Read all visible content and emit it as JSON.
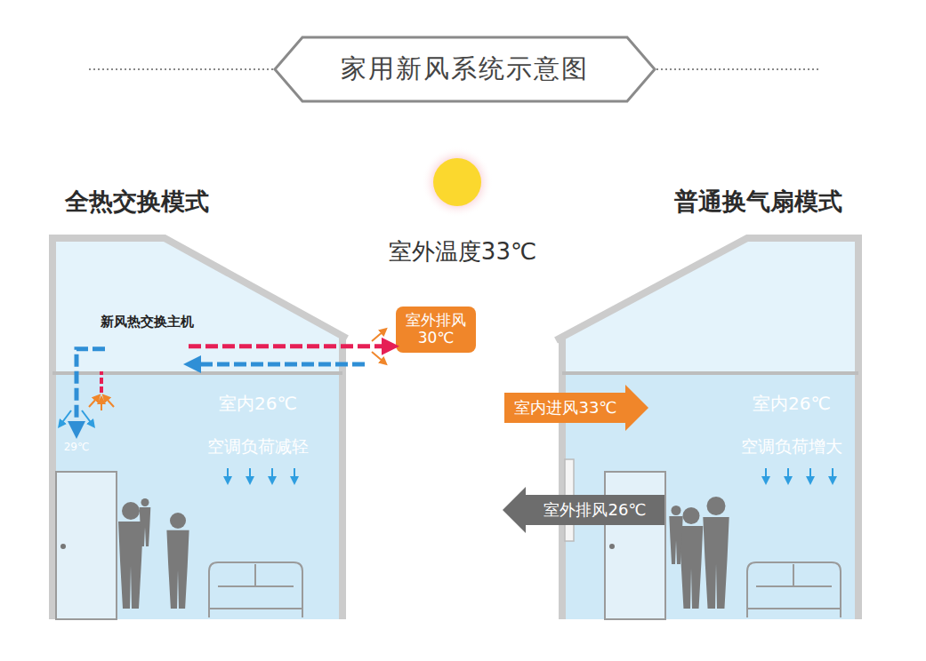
{
  "diagram": {
    "title": "家用新风系统示意图",
    "nodes": [
      {
        "text": [
          "全热交换模式"
        ]
      },
      {
        "text": [
          "新风热交换主机"
        ],
        "in": 0
      },
      {
        "text": [
          "29℃"
        ],
        "in": 0
      },
      {
        "text": [
          "室内26℃"
        ],
        "in": 0
      },
      {
        "text": [
          "空调负荷减轻"
        ],
        "in": 0
      },
      {
        "text": [
          "室外排风 30℃"
        ]
      },
      {
        "text": [
          "普通换气扇模式"
        ]
      },
      {
        "text": [
          "室内进风33℃"
        ]
      },
      {
        "text": [
          "室内26℃"
        ],
        "in": 6
      },
      {
        "text": [
          "空调负荷增大"
        ],
        "in": 6
      },
      {
        "text": [
          "室外排风26℃"
        ]
      }
    ],
    "edges": [
      {
        "from": 1,
        "to": 5,
        "arrow": "to"
      },
      {
        "from": 1,
        "to": 2,
        "arrow": "to"
      }
    ],
    "labels": [
      "室外温度33℃"
    ]
  }
}
